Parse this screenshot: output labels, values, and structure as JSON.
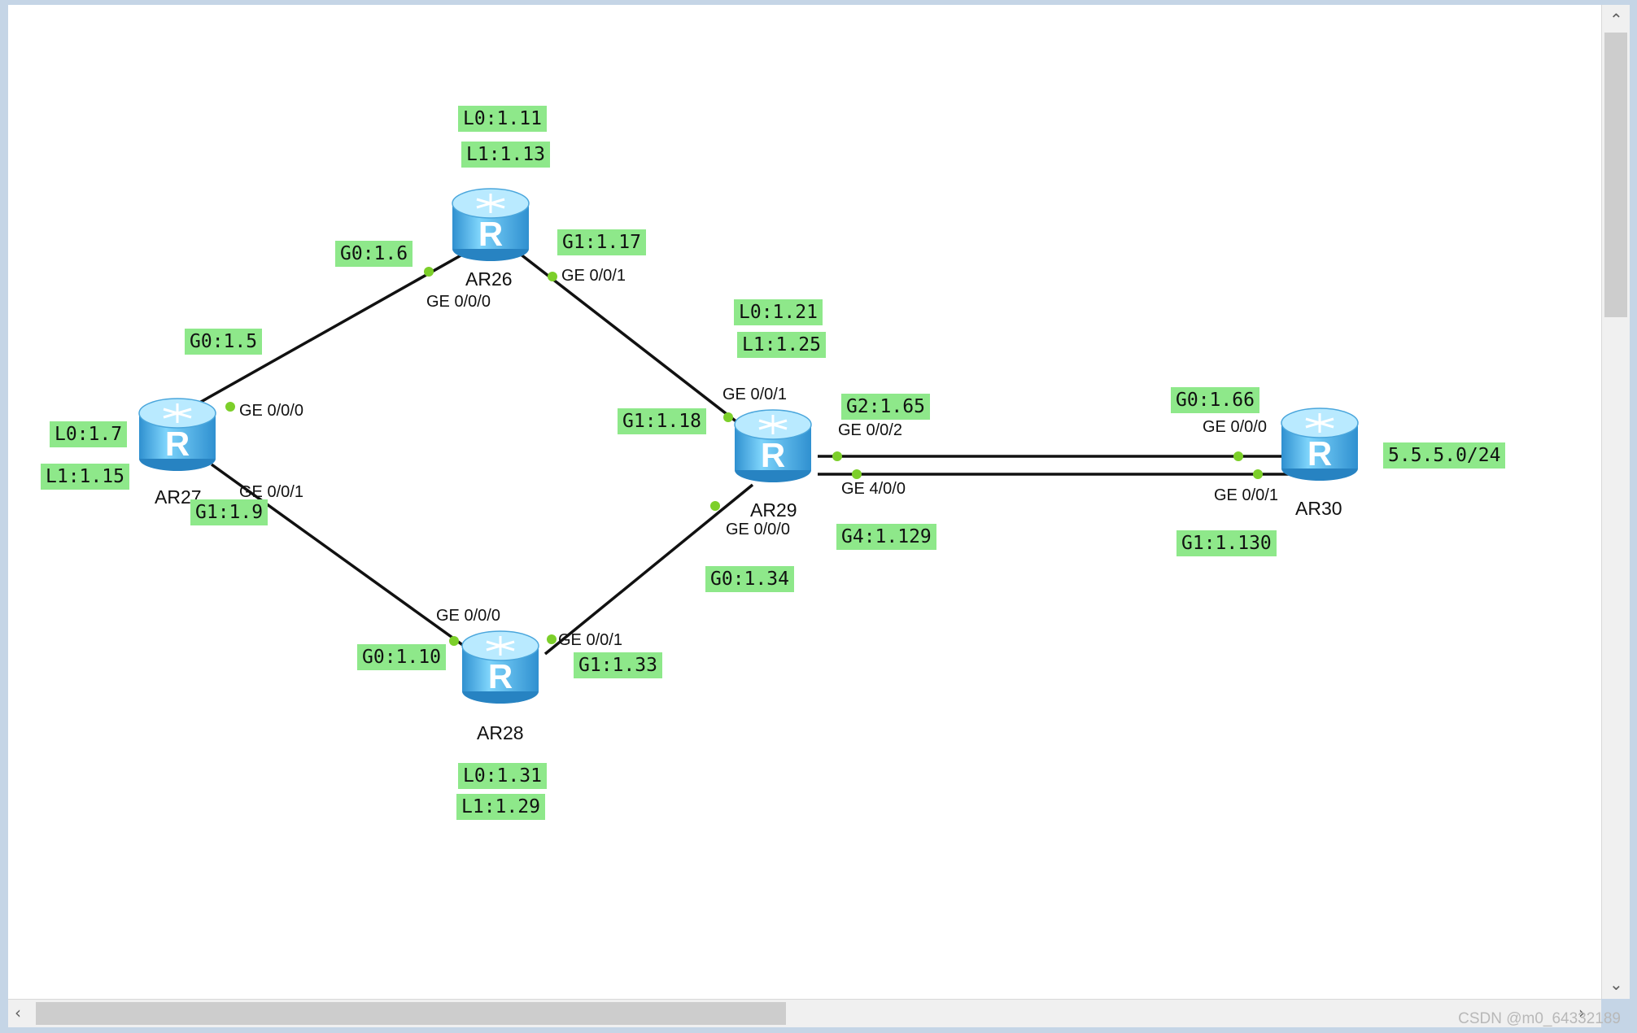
{
  "colors": {
    "label_bg": "#8ee88a",
    "link": "#111111",
    "port_dot": "#7ccf2a",
    "router_body": "#4fb4e8"
  },
  "icons": {
    "router": "router-r-icon",
    "scroll_up": "chevron-up-icon",
    "scroll_down": "chevron-down-icon",
    "scroll_left": "chevron-left-icon",
    "scroll_right": "chevron-right-icon"
  },
  "routers": [
    {
      "id": "ar26",
      "name": "AR26"
    },
    {
      "id": "ar27",
      "name": "AR27"
    },
    {
      "id": "ar28",
      "name": "AR28"
    },
    {
      "id": "ar29",
      "name": "AR29"
    },
    {
      "id": "ar30",
      "name": "AR30"
    }
  ],
  "ports": [
    "GE 0/0/0",
    "GE 0/0/1",
    "GE 0/0/0",
    "GE 0/0/1",
    "GE 0/0/0",
    "GE 0/0/1",
    "GE 0/0/1",
    "GE 0/0/0",
    "GE 0/0/2",
    "GE 4/0/0",
    "GE 0/0/0",
    "GE 0/0/1"
  ],
  "labels": [
    "L0:1.11",
    "L1:1.13",
    "G0:1.6",
    "G1:1.17",
    "G0:1.5",
    "L0:1.7",
    "L1:1.15",
    "G1:1.9",
    "L0:1.21",
    "L1:1.25",
    "G1:1.18",
    "G2:1.65",
    "G0:1.66",
    "5.5.5.0/24",
    "G4:1.129",
    "G1:1.130",
    "G0:1.34",
    "G0:1.10",
    "G1:1.33",
    "L0:1.31",
    "L1:1.29"
  ],
  "watermark": "CSDN @m0_64332189"
}
